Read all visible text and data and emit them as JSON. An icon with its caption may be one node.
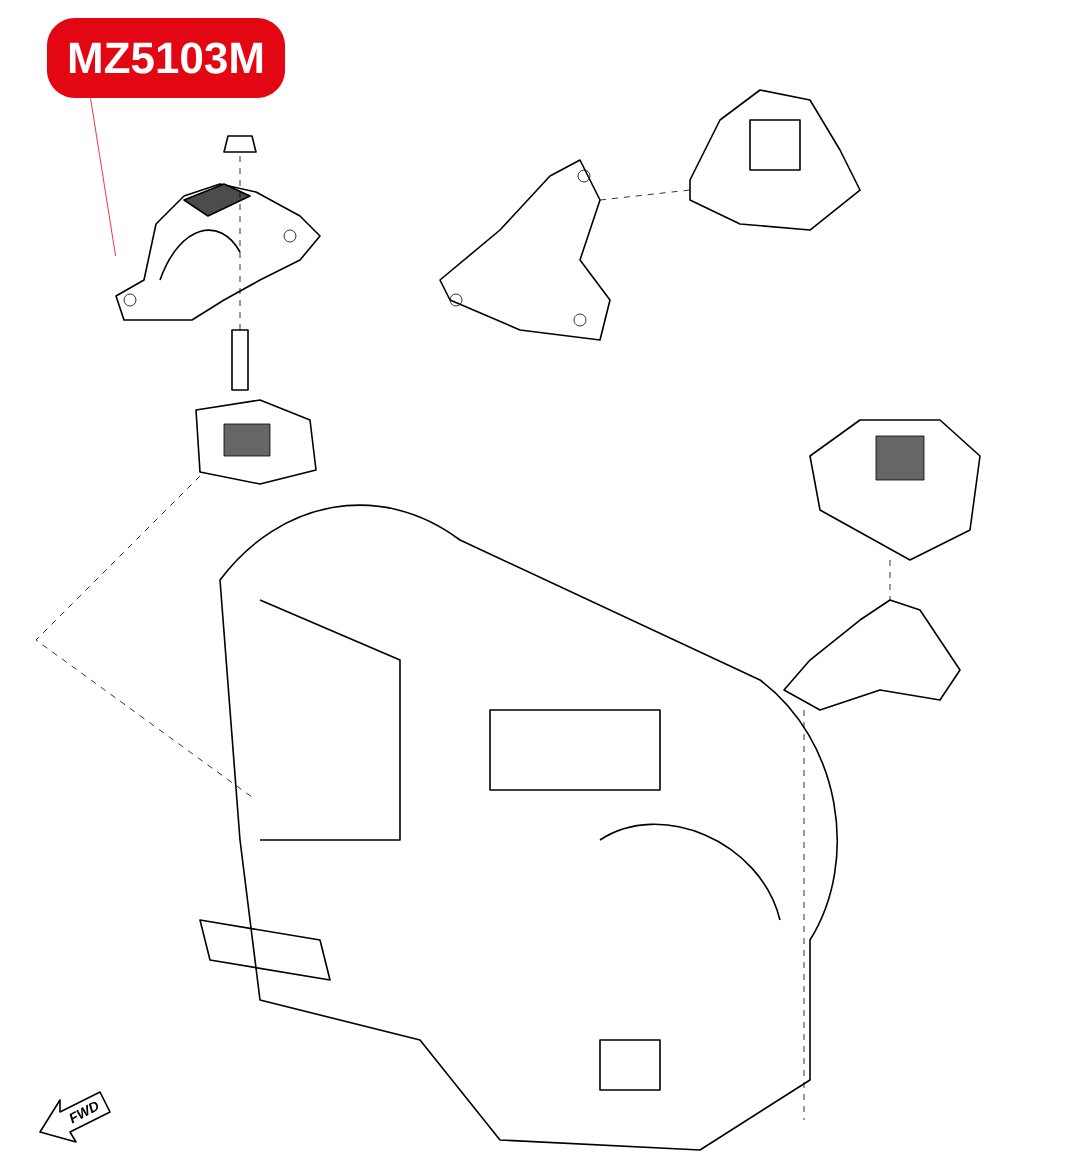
{
  "diagram": {
    "nodes": [
      {
        "text": [
          "MZ5103M"
        ]
      },
      {
        "text": [],
        "shape": "picture"
      }
    ],
    "edges": [
      {
        "from": 0,
        "to": 1,
        "arrow": "none",
        "color": "#e30613"
      }
    ],
    "labels": [
      "FWD"
    ]
  }
}
